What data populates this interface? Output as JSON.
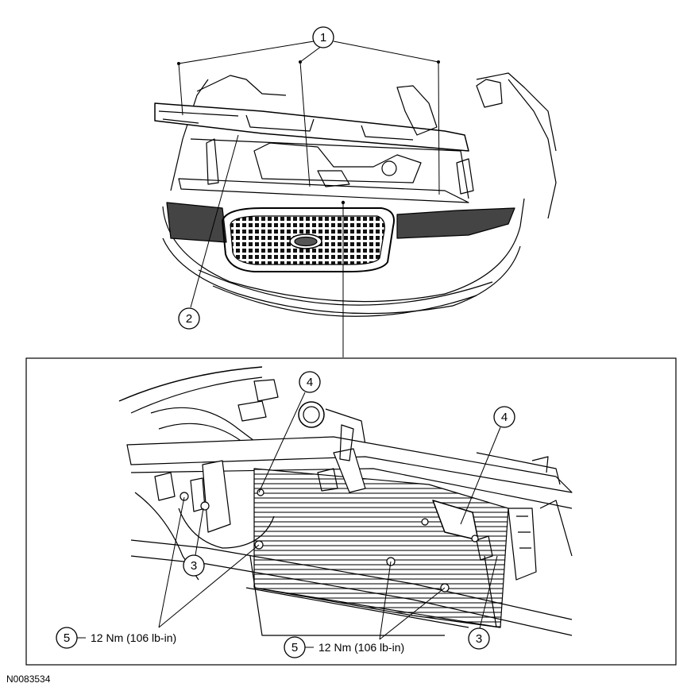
{
  "figure_id": "N0083534",
  "callouts": {
    "c1": "1",
    "c2": "2",
    "c3_left": "3",
    "c3_right": "3",
    "c4_left": "4",
    "c4_right": "4",
    "c5_left": "5",
    "c5_right": "5"
  },
  "torque_specs": {
    "left": "12 Nm (106 lb-in)",
    "right": "12 Nm (106 lb-in)"
  }
}
